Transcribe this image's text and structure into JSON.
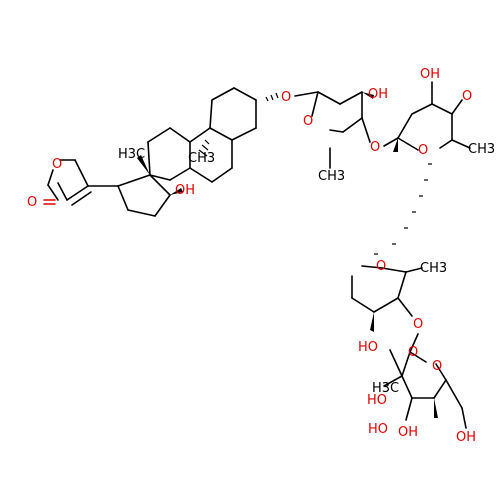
{
  "molecule": {
    "atom_labels": {
      "ring_o_lactone": "O",
      "carbonyl_o": "O",
      "ch3_c13": "H3C",
      "oh_c14": "OH",
      "ch3_c10": "CH3",
      "o_glycoside1": "O",
      "ring_o_sugar1": "O",
      "oh_sugar1": "OH",
      "ch3_sugar1": "CH3",
      "o_glycoside2": "O",
      "ring_o_sugar2": "O",
      "oh_sugar2_top": "OH",
      "o_sugar2_right": "O",
      "ch3_sugar2": "CH3",
      "ring_o_sugar3": "O",
      "ch3_sugar3": "CH3",
      "o_glycoside3": "O",
      "oh_sugar3": "HO",
      "ring_o_sugar4": "O",
      "ch3_overlap": "H3C",
      "o_overlap": "O",
      "oh_sugar4_a": "HO",
      "oh_sugar4_b": "HO",
      "oh_sugar4_c": "OH",
      "ch2oh_sugar4": "OH"
    },
    "colors": {
      "carbon": "#000000",
      "oxygen": "#e00000",
      "background": "#ffffff"
    }
  }
}
